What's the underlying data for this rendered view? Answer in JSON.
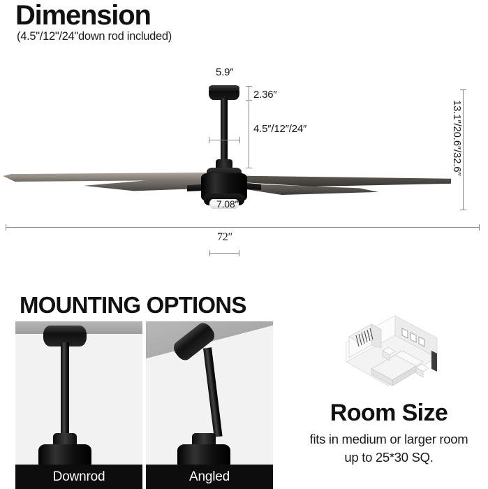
{
  "dimension": {
    "title": "Dimension",
    "subtitle": "(4.5\"/12\"/24\"down rod included)",
    "labels": {
      "canopy_width": "5.9″",
      "canopy_height": "2.36″",
      "downrod_length": "4.5″/12″/24″",
      "light_diameter": "7.08″",
      "blade_span": "72″",
      "total_height": "13.1″/20.6″/32.6″"
    }
  },
  "mounting": {
    "title": "MOUNTING OPTIONS",
    "options": [
      {
        "caption": "Downrod"
      },
      {
        "caption": "Angled"
      }
    ]
  },
  "room_size": {
    "title": "Room Size",
    "line1": "fits in medium or larger room",
    "line2": "up to 25*30 SQ."
  },
  "colors": {
    "background": "#ffffff",
    "text": "#111111",
    "dimension_line": "#8a8a8a",
    "caption_bar": "#0d0d0d",
    "caption_text": "#ffffff",
    "product_black": "#111111",
    "blade_light": "#8e8880",
    "blade_dark": "#4a4641"
  }
}
